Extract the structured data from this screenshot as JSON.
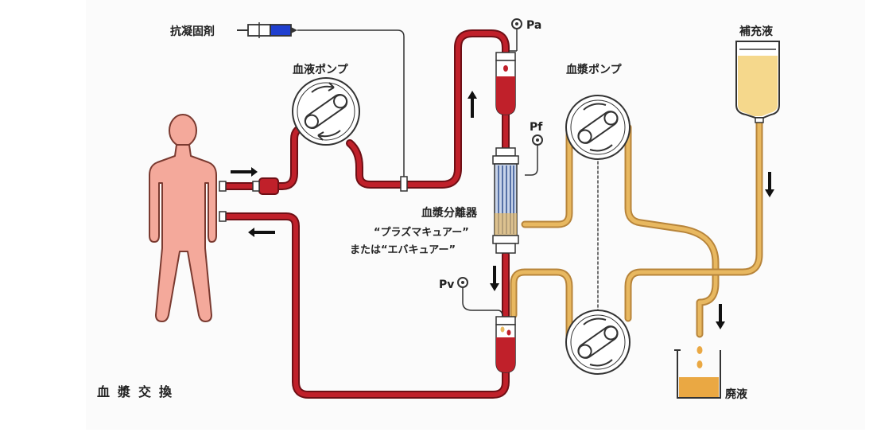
{
  "labels": {
    "anticoagulant": "抗凝固剤",
    "blood_pump": "血液ポンプ",
    "plasma_pump": "血漿ポンプ",
    "replacement_fluid": "補充液",
    "plasma_separator": "血漿分離器",
    "product_1": "“プラズマキュアー”",
    "product_2": "または“エバキュアー”",
    "waste": "廃液",
    "title": "血漿交換",
    "pa": "Pa",
    "pf": "Pf",
    "pv": "Pv"
  },
  "colors": {
    "blood_line": "#c0202a",
    "blood_line_dark": "#6e0f15",
    "plasma_line": "#e8b860",
    "plasma_line_dark": "#b7843a",
    "body_fill": "#f4a99b",
    "body_stroke": "#7a3a30",
    "fluid_fill": "#f5d88c",
    "waste_fill": "#eaa843",
    "separator_blue": "#2f4f8f",
    "syringe_blue": "#1f3fcf"
  },
  "icons": [
    "human-figure",
    "syringe-icon",
    "roller-pump-icon",
    "drip-chamber-icon",
    "pressure-gauge-icon",
    "fluid-bag-icon",
    "waste-beaker-icon",
    "arrow-icon"
  ]
}
